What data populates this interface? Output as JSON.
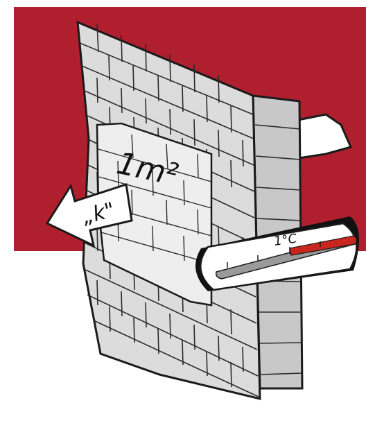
{
  "illustration": {
    "area_label": "1m²",
    "heat_label": "„k\"",
    "temperature_label": "1°C",
    "thermometer_fill_fraction": 0.45
  },
  "colors": {
    "background_band": "#b01f2e",
    "wall_face": "#dcdcdc",
    "wall_side": "#c8c8c8",
    "highlight_square": "#eeeeee",
    "mortar": "#2a2a2a",
    "arrow_fill": "#ffffff",
    "thermo_red": "#c8261e",
    "thermo_gray": "#9a9a9a"
  },
  "icons": {
    "wall": "brick-wall-icon",
    "incoming_arrow": "arrow-left-icon",
    "outgoing_arrow": "arrow-left-icon",
    "thermometer": "thermometer-icon"
  }
}
